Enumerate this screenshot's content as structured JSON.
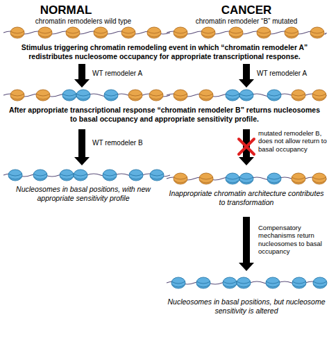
{
  "diagram": {
    "labels": [
      "NORMAL",
      "CANCER",
      "chromatin remodelers wild type",
      "chromatin remodeler “B” mutated",
      "Stimulus triggering chromatin remodeling event in which “chromatin remodeler A” redistributes nucleosome occupancy for appropriate transcriptional response.",
      "WT remodeler A",
      "WT remodeler A",
      "After appropriate transcriptional response “chromatin remodeler B” returns nucleosomes to basal occupancy and appropriate sensitivity profile.",
      "WT remodeler B",
      "mutated remodeler B, does not allow return to basal occupancy",
      "Nucleosomes in basal positions, with new appropriate sensitivity profile",
      "Inappropriate chromatin architecture contributes to transformation",
      "Compensatory mechanisms return nucleosomes to basal occupancy",
      "Nucleosomes in basal positions, but nucleosome sensitivity is altered"
    ]
  }
}
